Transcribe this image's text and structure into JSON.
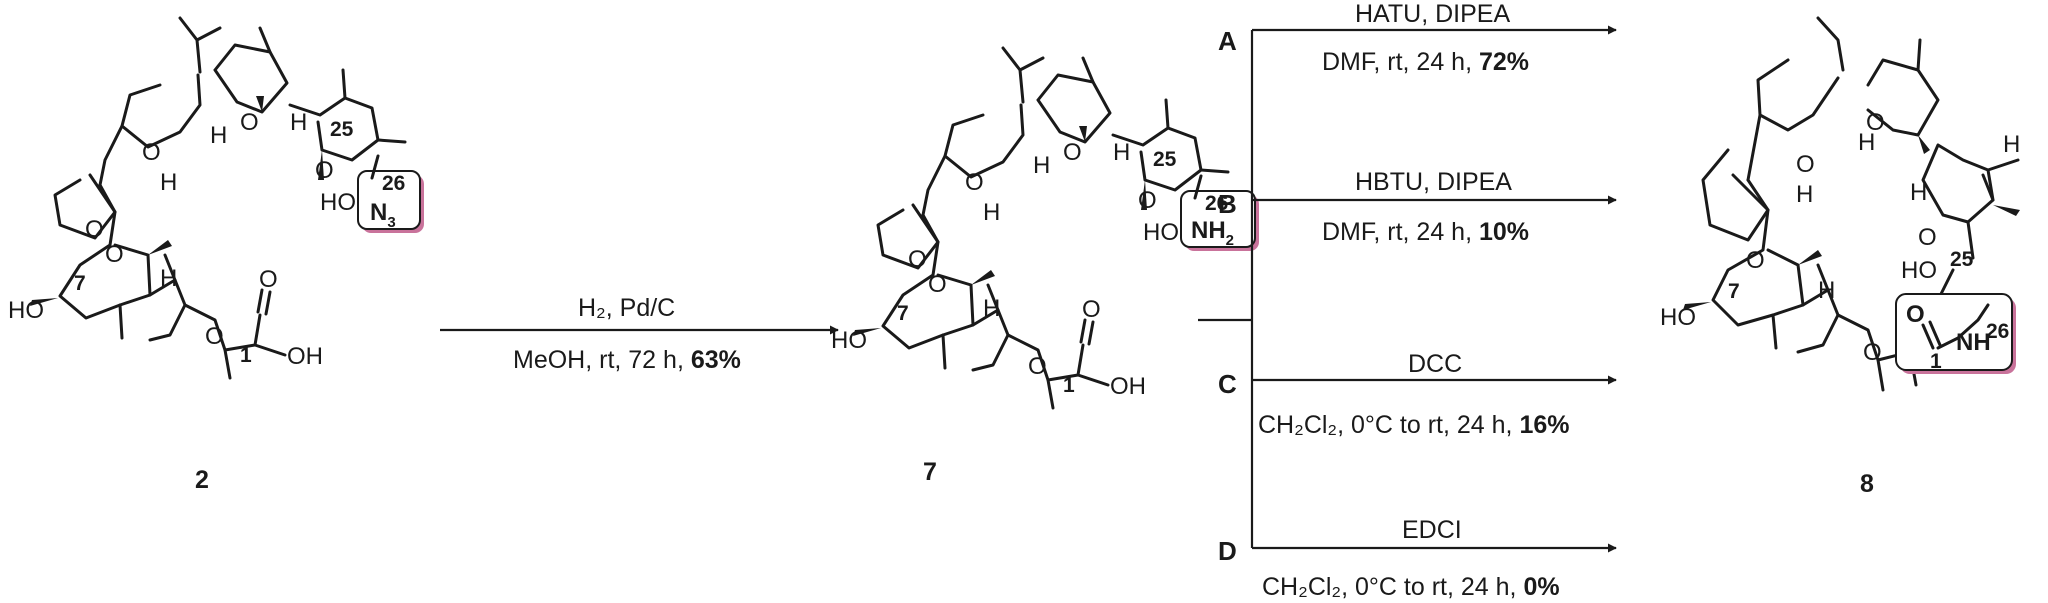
{
  "compounds": [
    {
      "label": "2",
      "c7": "7",
      "c25": "25",
      "c26": "26",
      "c1": "1",
      "terminal_group": "N",
      "terminal_sub": "3",
      "hydroxyl": "HO",
      "ring_oxygen": "O",
      "hydrogen": "H",
      "acid_oh": "OH"
    },
    {
      "label": "7",
      "c7": "7",
      "c25": "25",
      "c26": "26",
      "c1": "1",
      "terminal_group": "NH",
      "terminal_sub": "2",
      "hydroxyl": "HO",
      "ring_oxygen": "O",
      "hydrogen": "H",
      "acid_oh": "OH"
    },
    {
      "label": "8",
      "c7": "7",
      "c25": "25",
      "c26": "26",
      "c1": "1",
      "amide_n": "NH",
      "hydroxyl": "HO",
      "ring_oxygen": "O",
      "hydrogen": "H"
    }
  ],
  "step1": {
    "reagents": "H₂, Pd/C",
    "conditions": "MeOH, rt, 72 h, ",
    "yield": "63%"
  },
  "routes": [
    {
      "label": "A",
      "reagents": "HATU, DIPEA",
      "conditions": "DMF, rt, 24 h, ",
      "yield": "72%"
    },
    {
      "label": "B",
      "reagents": "HBTU, DIPEA",
      "conditions": "DMF, rt, 24 h, ",
      "yield": "10%"
    },
    {
      "label": "C",
      "reagents": "DCC",
      "conditions": "CH₂Cl₂, 0°C to rt, 24 h, ",
      "yield": "16%"
    },
    {
      "label": "D",
      "reagents": "EDCI",
      "conditions": "CH₂Cl₂, 0°C to rt, 24 h, ",
      "yield": "0%"
    }
  ],
  "colors": {
    "ink": "#1a1a1a",
    "highlight_shadow": "#c9739b"
  }
}
